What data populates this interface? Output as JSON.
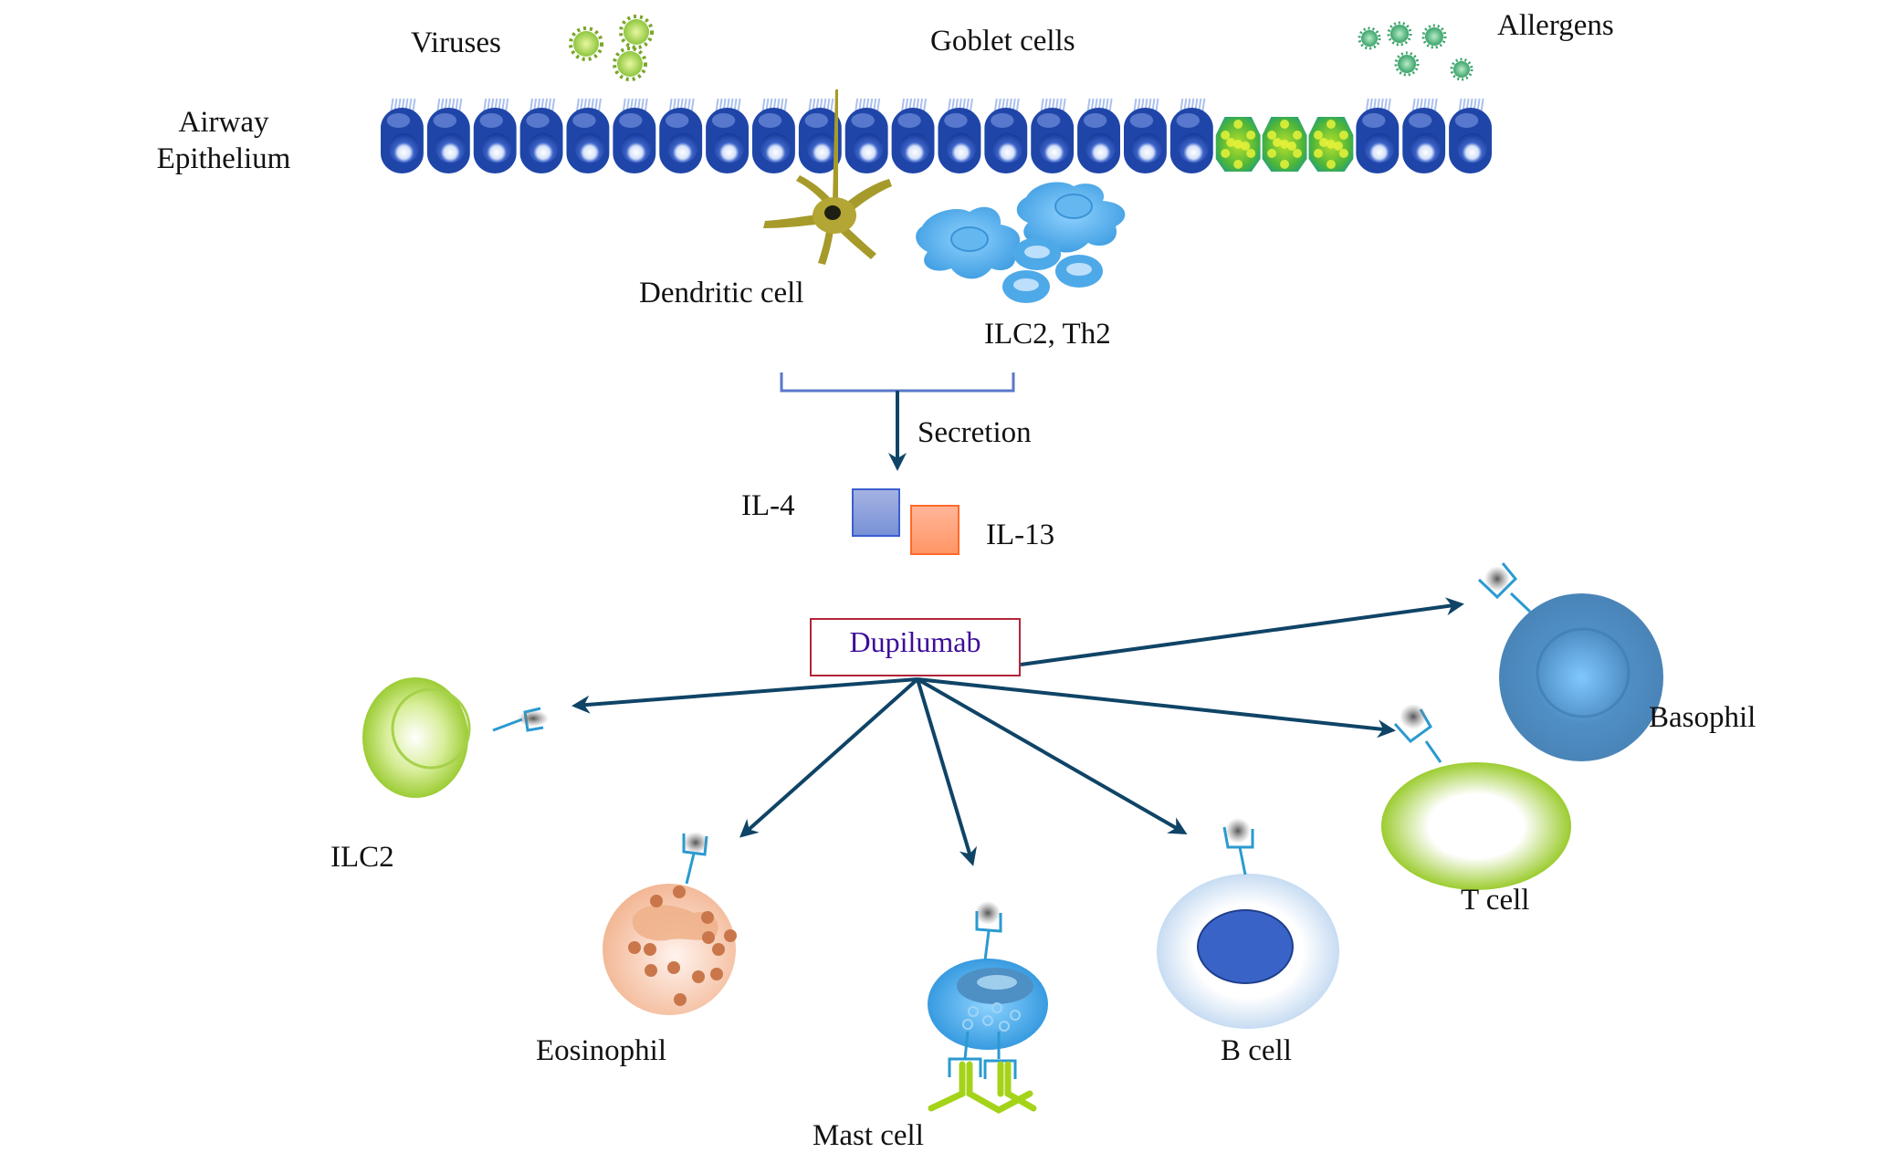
{
  "figure": {
    "title": "Dupilumab mechanism of action in airway type 2 inflammation",
    "labels": {
      "viruses": "Viruses",
      "goblet_cells": "Goblet cells",
      "allergens": "Allergens",
      "airway_epithelium_line1": "Airway",
      "airway_epithelium_line2": "Epithelium",
      "dendritic_cell": "Dendritic cell",
      "ilc2_th2": "ILC2, Th2",
      "secretion": "Secretion",
      "il4": "IL-4",
      "il13": "IL-13",
      "drug": "Dupilumab"
    },
    "targets": [
      {
        "id": "ilc2",
        "label": "ILC2"
      },
      {
        "id": "eosinophil",
        "label": "Eosinophil"
      },
      {
        "id": "mast-cell",
        "label": "Mast cell"
      },
      {
        "id": "b-cell",
        "label": "B cell"
      },
      {
        "id": "t-cell",
        "label": "T cell"
      },
      {
        "id": "basophil",
        "label": "Basophil"
      }
    ],
    "epithelium": {
      "cell_sequence": [
        "ciliated",
        "ciliated",
        "ciliated",
        "ciliated",
        "ciliated",
        "ciliated",
        "ciliated",
        "ciliated",
        "ciliated",
        "ciliated",
        "ciliated",
        "ciliated",
        "ciliated",
        "ciliated",
        "ciliated",
        "ciliated",
        "ciliated",
        "ciliated",
        "goblet",
        "goblet",
        "goblet",
        "ciliated",
        "ciliated",
        "ciliated"
      ]
    },
    "colors": {
      "arrow": "#0f4466",
      "drug_border": "#b3243a",
      "drug_text": "#3d0d99",
      "il4_fill": "#8da0dc",
      "il13_fill": "#ffa57e",
      "epithelium_blue": "#1f45a8",
      "goblet_green": "#5cbf2a",
      "virus_green": "#8dc63f",
      "allergen_green": "#3aa36a",
      "dendritic": "#a69a2a",
      "th2_blue": "#45a5e6"
    }
  }
}
